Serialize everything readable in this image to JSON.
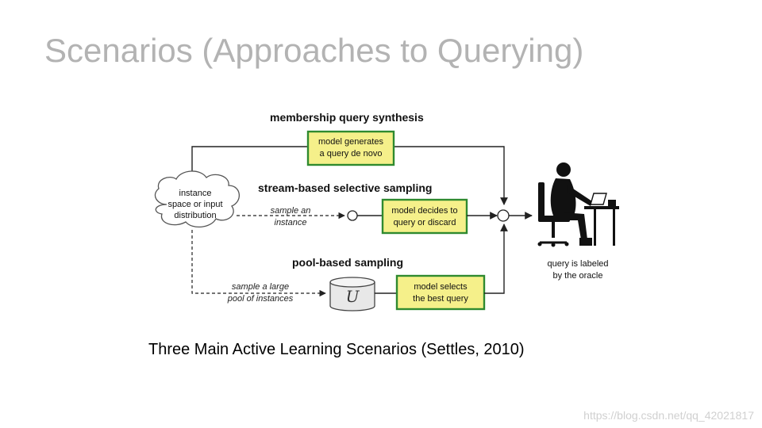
{
  "slide": {
    "title": "Scenarios (Approaches to Querying)",
    "caption": "Three Main Active Learning Scenarios (Settles, 2010)",
    "watermark": "https://blog.csdn.net/qq_42021817"
  },
  "diagram": {
    "source": {
      "line1": "instance",
      "line2": "space or input",
      "line3": "distribution"
    },
    "membership": {
      "title": "membership query synthesis",
      "box_line1": "model generates",
      "box_line2": "a query de novo"
    },
    "stream": {
      "title": "stream-based selective sampling",
      "note_line1": "sample an",
      "note_line2": "instance",
      "box_line1": "model decides to",
      "box_line2": "query or discard"
    },
    "pool": {
      "title": "pool-based sampling",
      "note_line1": "sample a large",
      "note_line2": "pool of instances",
      "db_letter": "U",
      "box_line1": "model selects",
      "box_line2": "the best query"
    },
    "oracle": {
      "line1": "query is labeled",
      "line2": "by the oracle"
    },
    "colors": {
      "box_fill": "#f5f08a",
      "box_border": "#2f8a2f",
      "line": "#222222"
    }
  }
}
